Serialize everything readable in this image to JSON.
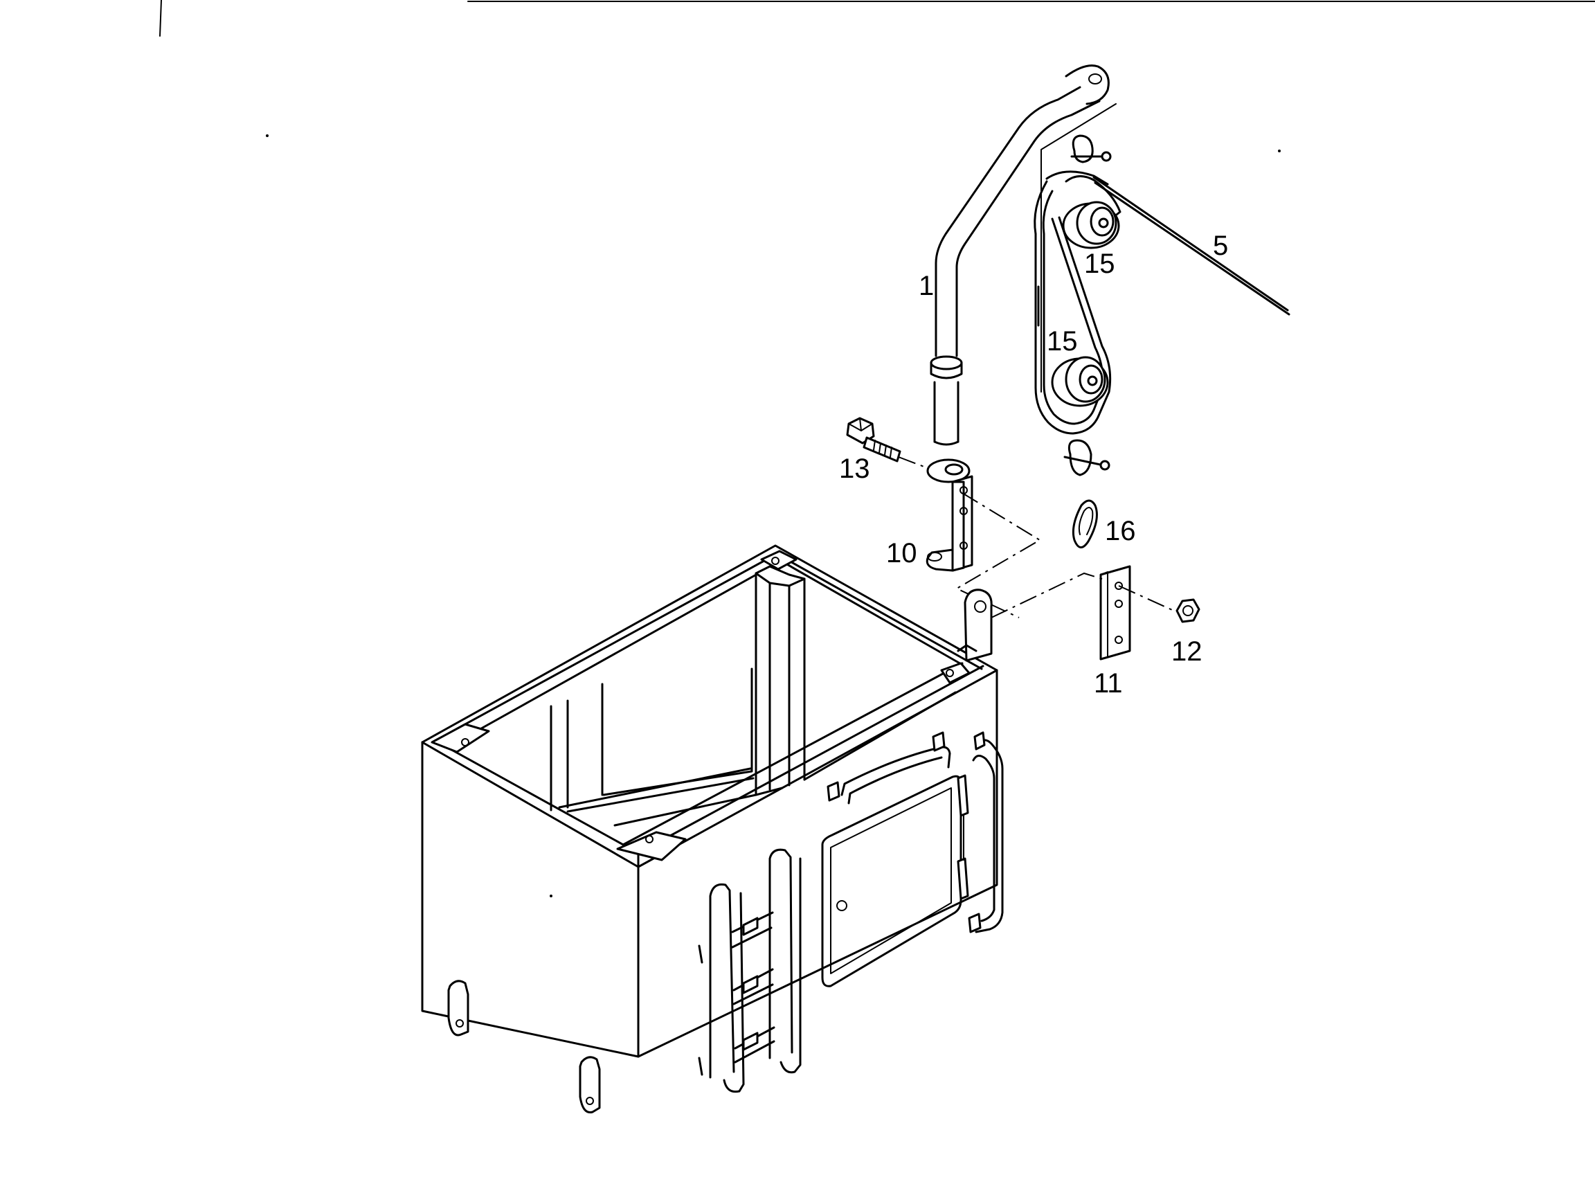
{
  "diagram": {
    "callouts": {
      "c1": "1",
      "c5": "5",
      "c15a": "15",
      "c15b": "15",
      "c13": "13",
      "c10": "10",
      "c16": "16",
      "c12": "12",
      "c11": "11"
    }
  }
}
